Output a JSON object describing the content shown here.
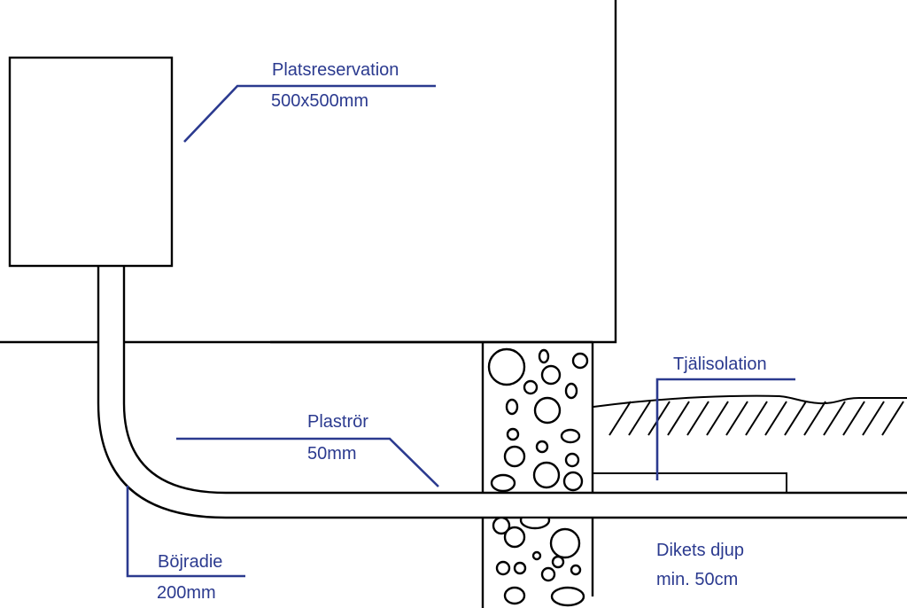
{
  "diagram": {
    "title": "Cross-section of cable/pipe installation through house foundation",
    "colors": {
      "line": "#000000",
      "annotation": "#2b3a8f",
      "background": "#ffffff"
    },
    "labels": {
      "reservation": {
        "line1": "Platsreservation",
        "line2": "500x500mm"
      },
      "pipe": {
        "line1": "Plaströr",
        "line2": "50mm"
      },
      "bend": {
        "line1": "Böjradie",
        "line2": "200mm"
      },
      "insulation": {
        "line1": "Tjälisolation"
      },
      "trench": {
        "line1": "Dikets djup",
        "line2": "min. 50cm"
      }
    },
    "components": [
      "house-wall",
      "ground-floor-line",
      "reservation-box",
      "plastic-pipe",
      "gravel-foundation",
      "soil-hatch",
      "frost-insulation-board"
    ]
  }
}
